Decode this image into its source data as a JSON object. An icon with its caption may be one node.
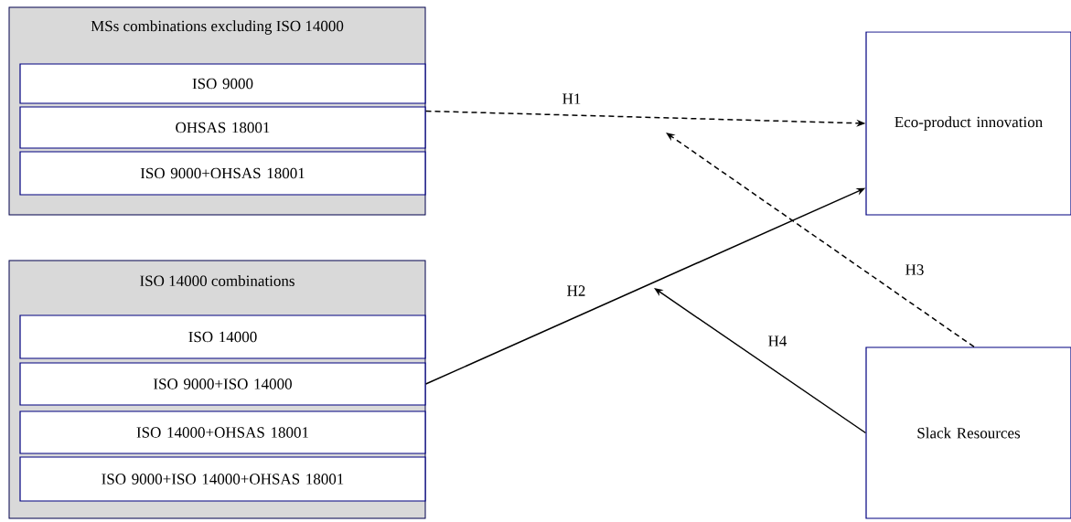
{
  "diagram": {
    "nodes": [
      {
        "text": [
          "MSs combinations excluding ISO 14000"
        ]
      },
      {
        "text": [
          "ISO 9000"
        ],
        "in": 0
      },
      {
        "text": [
          "OHSAS 18001"
        ],
        "in": 0
      },
      {
        "text": [
          "ISO 9000+OHSAS 18001"
        ],
        "in": 0
      },
      {
        "text": [
          "ISO 14000 combinations"
        ]
      },
      {
        "text": [
          "ISO 14000"
        ],
        "in": 4
      },
      {
        "text": [
          "ISO 9000+ISO 14000"
        ],
        "in": 4
      },
      {
        "text": [
          "ISO 14000+OHSAS 18001"
        ],
        "in": 4
      },
      {
        "text": [
          "ISO 9000+ISO 14000+OHSAS 18001"
        ],
        "in": 4
      },
      {
        "text": [
          "Eco-product innovation"
        ]
      },
      {
        "text": [
          "Slack Resources"
        ]
      }
    ],
    "edges": [
      {
        "from": 0,
        "to": 9,
        "arrow": "to",
        "label": "H1",
        "style": "dashed"
      },
      {
        "from": 6,
        "to": 9,
        "arrow": "to",
        "label": "H2"
      },
      {
        "from": 10,
        "to": null,
        "arrow": "to",
        "label": "H3",
        "style": "dashed"
      },
      {
        "from": 10,
        "to": null,
        "arrow": "to",
        "label": "H4"
      }
    ]
  }
}
